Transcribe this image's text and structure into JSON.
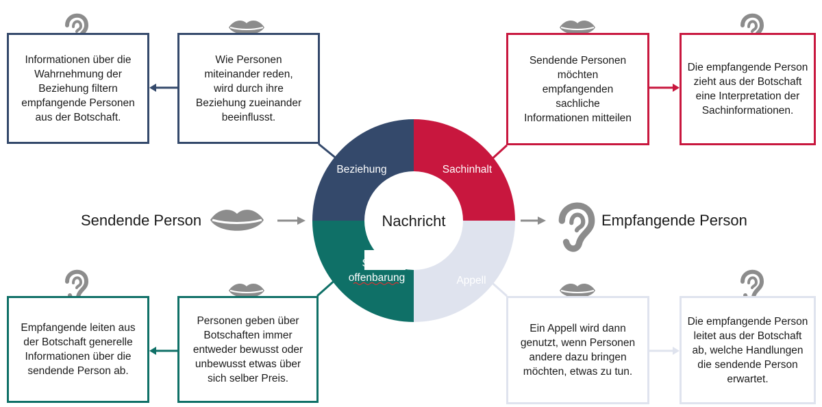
{
  "center_label": "Nachricht",
  "sender_label": "Sendende Person",
  "receiver_label": "Empfangende Person",
  "quadrants": {
    "beziehung": "Beziehung",
    "sachinhalt": "Sachinhalt",
    "selbst_line1": "Selbst",
    "selbst_line2": "offenbarung",
    "appell": "Appell"
  },
  "boxes": {
    "beziehung_receiver": "Informationen über die Wahrnehmung der Beziehung filtern empfangende Personen aus der Botschaft.",
    "beziehung_sender": "Wie Personen miteinander reden, wird durch ihre Beziehung zueinander beeinflusst.",
    "sachinhalt_sender": "Sendende Personen möchten empfangenden sachliche Informationen mitteilen",
    "sachinhalt_receiver": "Die empfangende Person zieht aus der Botschaft eine Interpretation der Sachinformationen.",
    "selbst_receiver": "Empfangende leiten aus der Botschaft generelle Informationen über die sendende Person ab.",
    "selbst_sender": "Personen geben über Botschaften immer entweder bewusst oder unbewusst etwas über sich selber Preis.",
    "appell_sender": "Ein Appell wird dann genutzt, wenn Personen andere dazu bringen möchten, etwas zu tun.",
    "appell_receiver": "Die empfangende Person leitet aus der Botschaft ab, welche Handlungen die sendende Person erwartet."
  },
  "colors": {
    "beziehung": "#34496b",
    "sachinhalt": "#c8173e",
    "selbstoffenbarung": "#0f7067",
    "appell": "#dfe3ee",
    "icon": "#8c8c8c"
  }
}
